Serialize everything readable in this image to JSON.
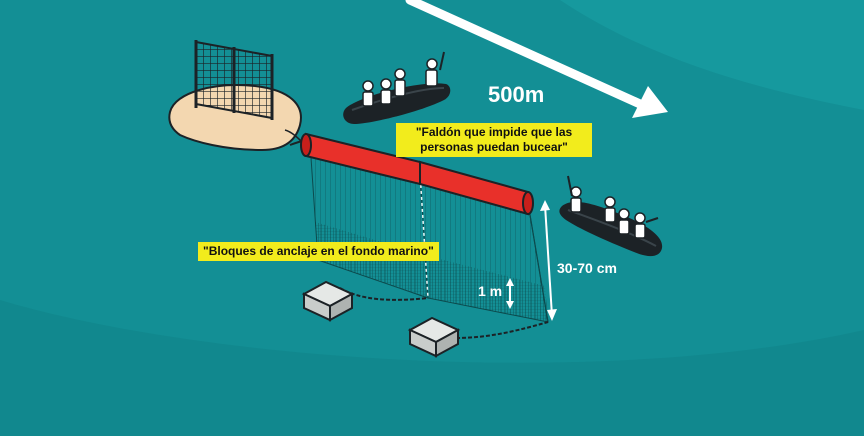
{
  "labels": {
    "distance": "500m",
    "skirt": "\"Faldón que impide que las personas puedan bucear\"",
    "anchor_blocks": "\"Bloques de anclaje en el fondo marino\"",
    "depth": "30-70 cm",
    "skirt_length": "1 m"
  },
  "colors": {
    "sea": "#138f95",
    "float": "#e8302a",
    "highlight": "#f2ec1c",
    "land": "#f3d7b0",
    "boat": "#1c2226"
  }
}
